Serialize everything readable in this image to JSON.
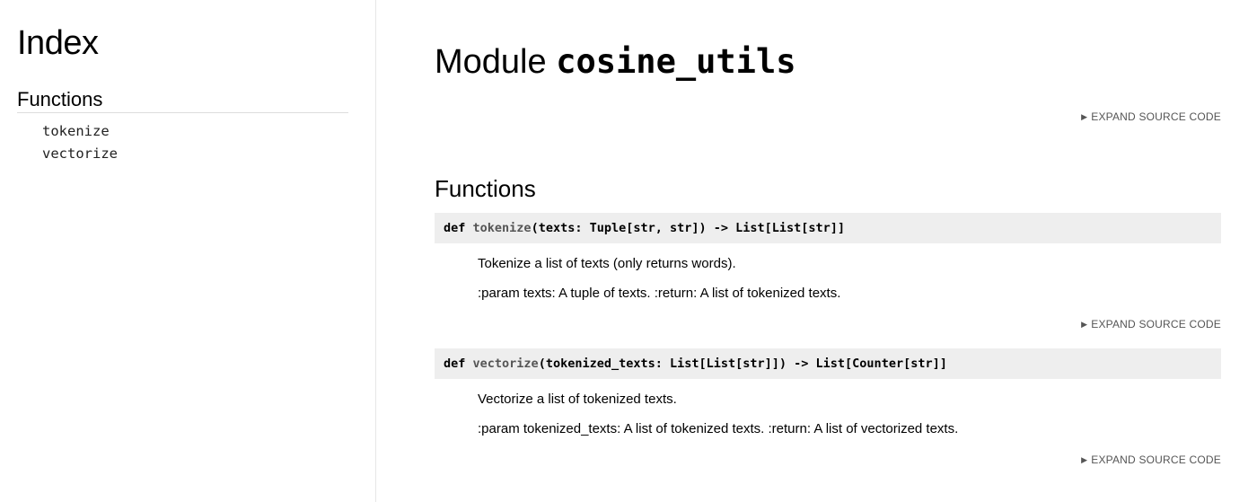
{
  "sidebar": {
    "title": "Index",
    "section": "Functions",
    "items": [
      {
        "label": "tokenize"
      },
      {
        "label": "vectorize"
      }
    ]
  },
  "main": {
    "title_prefix": "Module",
    "title_code": "cosine_utils",
    "expand_label": "EXPAND SOURCE CODE",
    "section_title": "Functions",
    "functions": [
      {
        "kw": "def",
        "name": "tokenize",
        "signature": "(texts: Tuple[str, str]) -> List[List[str]]",
        "doc_summary": "Tokenize a list of texts (only returns words).",
        "doc_params": ":param texts: A tuple of texts. :return: A list of tokenized texts."
      },
      {
        "kw": "def",
        "name": "vectorize",
        "signature": "(tokenized_texts: List[List[str]]) -> List[Counter[str]]",
        "doc_summary": "Vectorize a list of tokenized texts.",
        "doc_params": ":param tokenized_texts: A list of tokenized texts. :return: A list of vectorized texts."
      }
    ]
  },
  "icons": {
    "expand": "triangle-right-icon"
  }
}
